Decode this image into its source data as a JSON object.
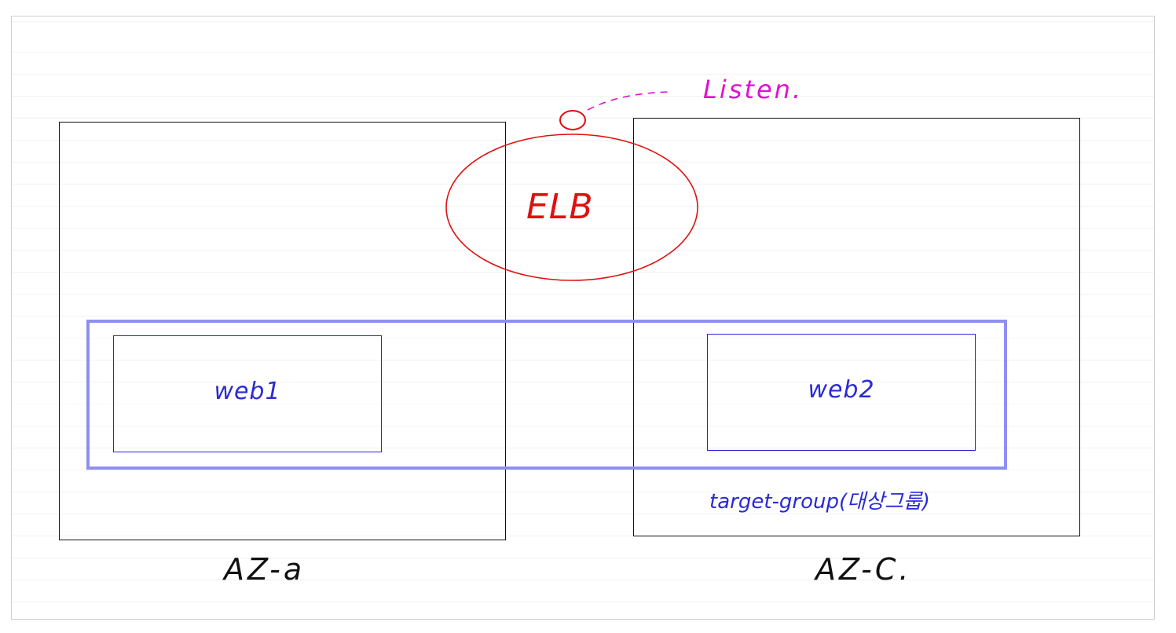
{
  "diagram": {
    "az_left": {
      "label": "AZ-a"
    },
    "az_right": {
      "label": "AZ-C."
    },
    "target_group": {
      "label": "target-group(대상그룹)"
    },
    "web1": {
      "label": "web1"
    },
    "web2": {
      "label": "web2"
    },
    "elb": {
      "label": "ELB"
    },
    "listener": {
      "label": "Listen."
    }
  },
  "colors": {
    "az_border": "#111111",
    "target_group_border": "#8f8ff0",
    "web_border": "#2424d8",
    "web_text": "#2a2ad6",
    "elb": "#e01010",
    "listener": "#e010d0"
  }
}
